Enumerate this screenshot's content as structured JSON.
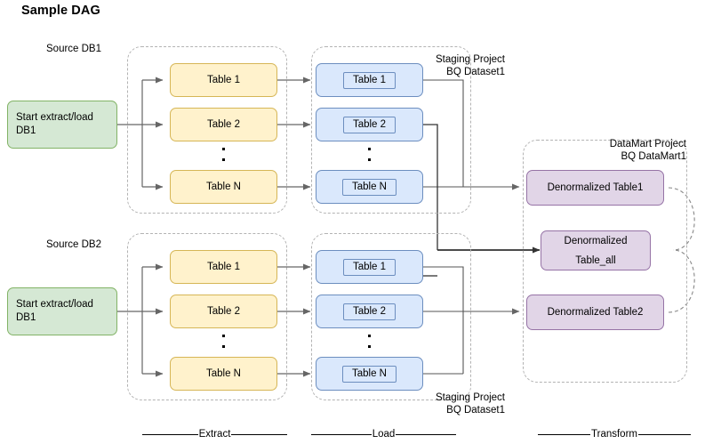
{
  "title": "Sample DAG",
  "colors": {
    "source_fill": "#d5e8d4",
    "source_stroke": "#82b366",
    "extract_fill": "#fff2cc",
    "extract_stroke": "#d6b656",
    "load_fill": "#dae8fc",
    "load_stroke": "#6c8ebf",
    "transform_fill": "#e1d5e7",
    "transform_stroke": "#9673a6",
    "edge": "#666666",
    "group_border": "#b3b3b3"
  },
  "rows": [
    {
      "source_label": "Source DB1",
      "start_node": "Start extract/load\nDB1",
      "extract_tables": [
        "Table 1",
        "Table 2",
        "Table N"
      ],
      "load_tables": [
        "Table 1",
        "Table 2",
        "Table N"
      ],
      "staging_label": "Staging Project\nBQ Dataset1"
    },
    {
      "source_label": "Source DB2",
      "start_node": "Start extract/load\nDB1",
      "extract_tables": [
        "Table 1",
        "Table 2",
        "Table N"
      ],
      "load_tables": [
        "Table 1",
        "Table 2",
        "Table N"
      ],
      "staging_label": "Staging Project\nBQ Dataset1"
    }
  ],
  "datamart": {
    "label": "DataMart Project\nBQ DataMart1",
    "tables": [
      {
        "name": "Denormalized Table1"
      },
      {
        "name_line1": "Denormalized",
        "name_line2": "Table_all"
      },
      {
        "name": "Denormalized Table2"
      }
    ]
  },
  "phases": [
    {
      "name": "Extract"
    },
    {
      "name": "Load"
    },
    {
      "name": "Transform"
    }
  ]
}
